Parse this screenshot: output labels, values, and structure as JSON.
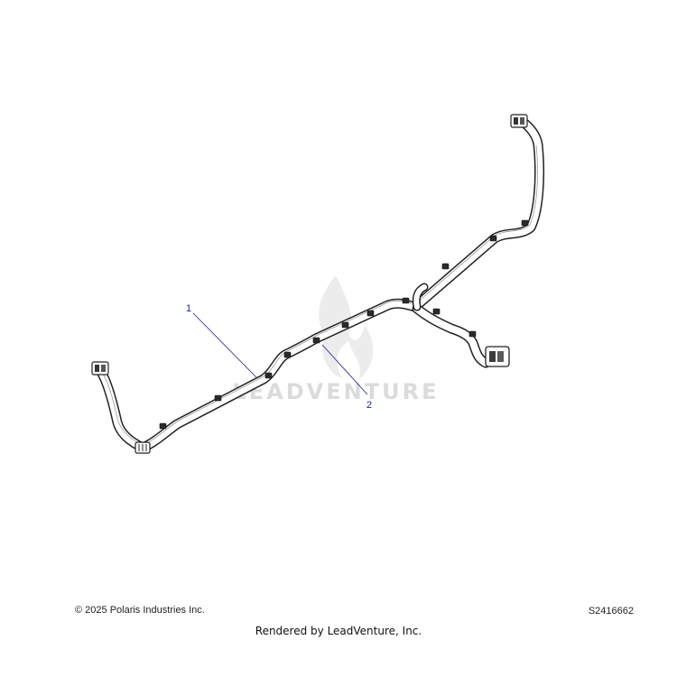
{
  "callouts": [
    {
      "label": "1"
    },
    {
      "label": "2"
    }
  ],
  "watermark": {
    "text": "LEADVENTURE"
  },
  "footer": {
    "copyright": "© 2025 Polaris Industries Inc.",
    "part_code": "S2416662",
    "rendered_by": "Rendered by LeadVenture, Inc."
  },
  "colors": {
    "line": "#222222",
    "callout": "#1a1aa8",
    "watermark": "#cfcfcf"
  }
}
